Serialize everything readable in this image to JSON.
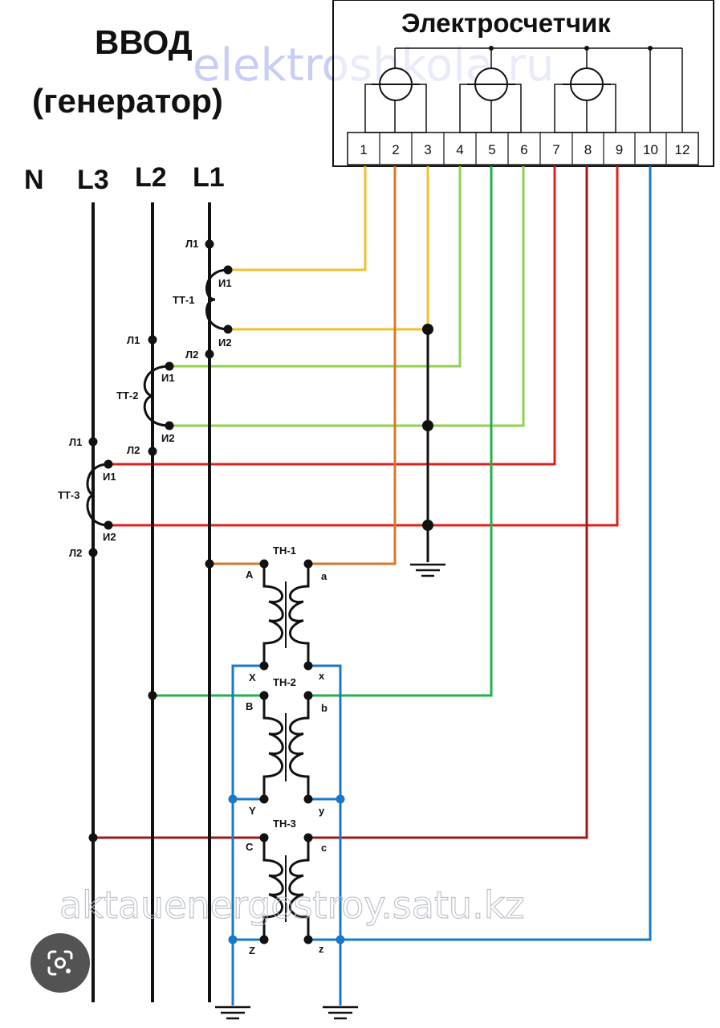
{
  "header": {
    "title_line1": "ВВОД",
    "title_line2": "(генератор)",
    "meter_title": "Электросчетчик"
  },
  "watermarks": {
    "top": "elektroshkola.ru",
    "bottom": "aktauenergostroy.satu.kz"
  },
  "buses": {
    "n": "N",
    "l3": "L3",
    "l2": "L2",
    "l1": "L1"
  },
  "terminals": [
    "1",
    "2",
    "3",
    "4",
    "5",
    "6",
    "7",
    "8",
    "9",
    "10",
    "12"
  ],
  "current_transformers": [
    {
      "name": "ТТ-1",
      "l1": "Л1",
      "l2": "Л2",
      "i1": "И1",
      "i2": "И2"
    },
    {
      "name": "ТТ-2",
      "l1": "Л1",
      "l2": "Л2",
      "i1": "И1",
      "i2": "И2"
    },
    {
      "name": "ТТ-3",
      "l1": "Л1",
      "l2": "Л2",
      "i1": "И1",
      "i2": "И2"
    }
  ],
  "voltage_transformers": [
    {
      "name": "ТН-1",
      "p_start": "A",
      "s_start": "a",
      "p_end": "X",
      "s_end": "x"
    },
    {
      "name": "ТН-2",
      "p_start": "B",
      "s_start": "b",
      "p_end": "Y",
      "s_end": "y"
    },
    {
      "name": "ТН-3",
      "p_start": "C",
      "s_start": "c",
      "p_end": "Z",
      "s_end": "z"
    }
  ],
  "colors": {
    "yellow": "#f2c12e",
    "orange": "#d9782a",
    "lightgreen": "#8fd14f",
    "green": "#22b04a",
    "red": "#e0201c",
    "darkred": "#9a1b1b",
    "blue": "#1a78c8",
    "black": "#111111",
    "watermark": "#9aa6ee"
  },
  "icons": {
    "lens": "google-lens-icon"
  }
}
